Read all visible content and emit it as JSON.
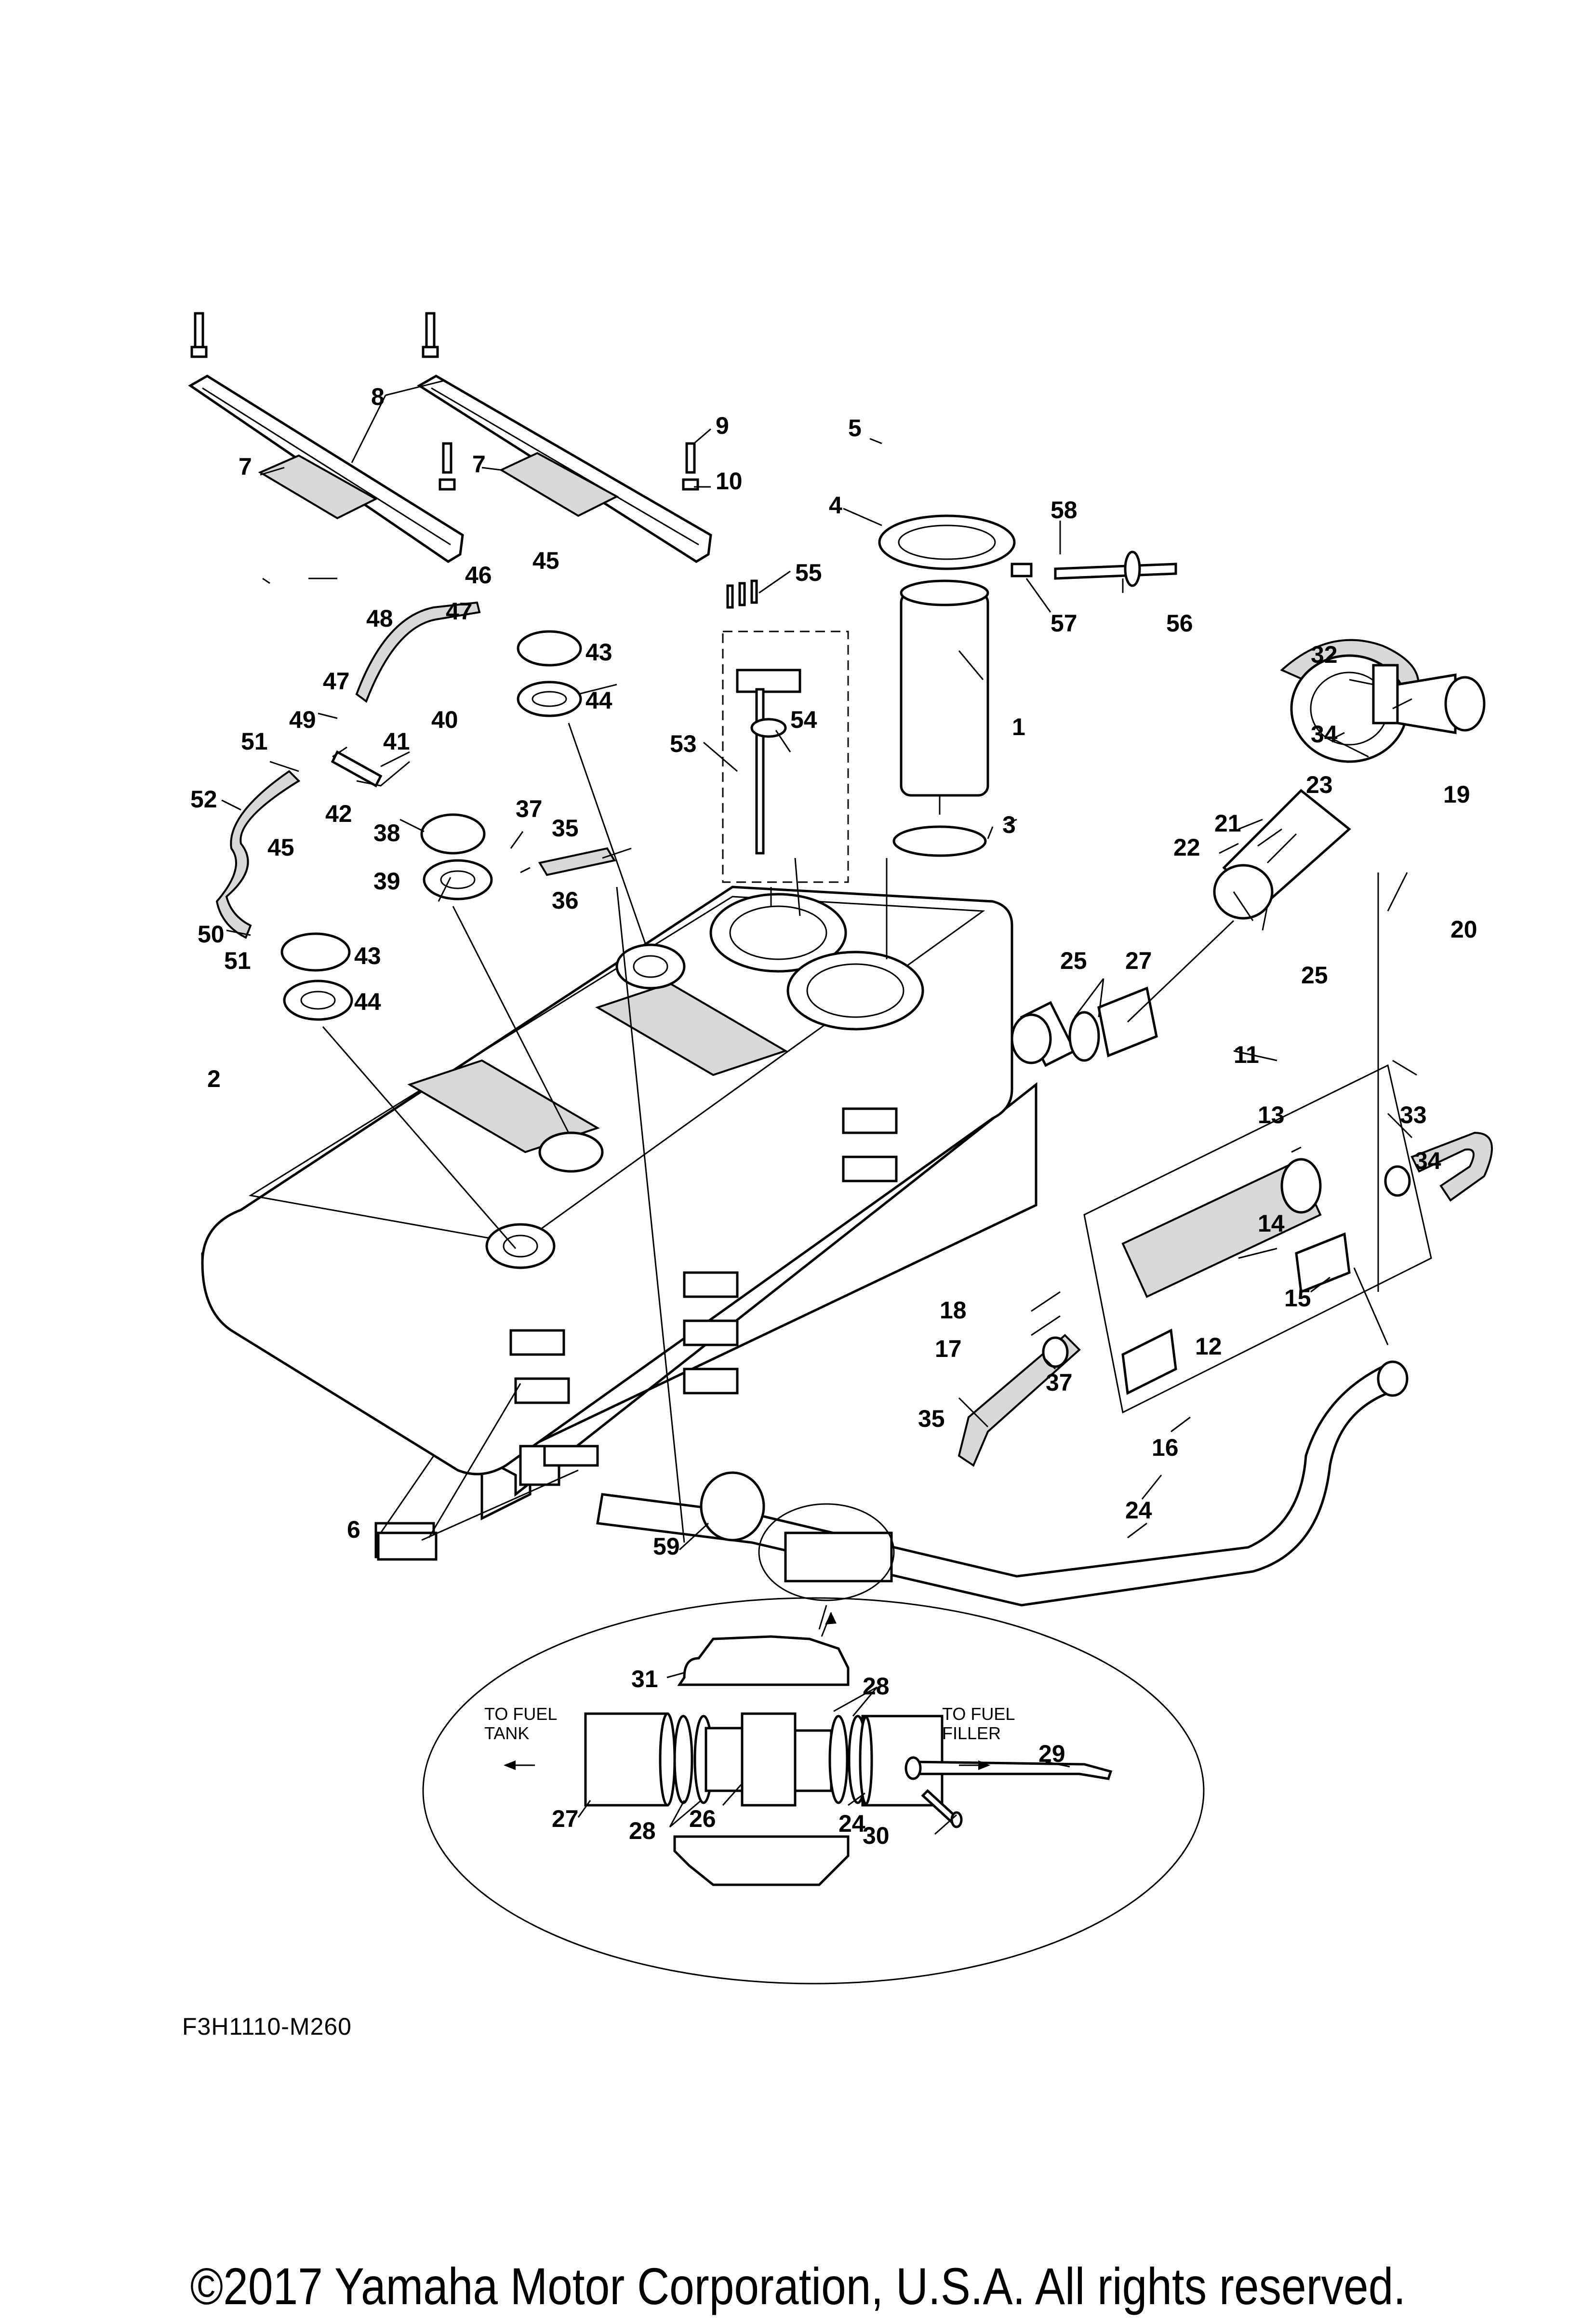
{
  "diagram": {
    "type": "exploded parts diagram",
    "subject": "Fuel tank assembly",
    "code": "F3H1110-M260",
    "copyright": "©2017 Yamaha Motor Corporation, U.S.A. All rights reserved."
  },
  "detail_view": {
    "left_note": [
      "TO FUEL",
      "TANK"
    ],
    "right_note": [
      "TO FUEL",
      "FILLER"
    ]
  },
  "callouts": [
    {
      "id": "1",
      "label": "1"
    },
    {
      "id": "2",
      "label": "2"
    },
    {
      "id": "3",
      "label": "3"
    },
    {
      "id": "4",
      "label": "4"
    },
    {
      "id": "5",
      "label": "5"
    },
    {
      "id": "6",
      "label": "6"
    },
    {
      "id": "7a",
      "label": "7"
    },
    {
      "id": "7b",
      "label": "7"
    },
    {
      "id": "8",
      "label": "8"
    },
    {
      "id": "9",
      "label": "9"
    },
    {
      "id": "10",
      "label": "10"
    },
    {
      "id": "11",
      "label": "11"
    },
    {
      "id": "12",
      "label": "12"
    },
    {
      "id": "13",
      "label": "13"
    },
    {
      "id": "14",
      "label": "14"
    },
    {
      "id": "15",
      "label": "15"
    },
    {
      "id": "16",
      "label": "16"
    },
    {
      "id": "17",
      "label": "17"
    },
    {
      "id": "18",
      "label": "18"
    },
    {
      "id": "19",
      "label": "19"
    },
    {
      "id": "20",
      "label": "20"
    },
    {
      "id": "21",
      "label": "21"
    },
    {
      "id": "22",
      "label": "22"
    },
    {
      "id": "23",
      "label": "23"
    },
    {
      "id": "24a",
      "label": "24"
    },
    {
      "id": "24b",
      "label": "24"
    },
    {
      "id": "25a",
      "label": "25"
    },
    {
      "id": "25b",
      "label": "25"
    },
    {
      "id": "26",
      "label": "26"
    },
    {
      "id": "27a",
      "label": "27"
    },
    {
      "id": "27b",
      "label": "27"
    },
    {
      "id": "28a",
      "label": "28"
    },
    {
      "id": "28b",
      "label": "28"
    },
    {
      "id": "29",
      "label": "29"
    },
    {
      "id": "30",
      "label": "30"
    },
    {
      "id": "31",
      "label": "31"
    },
    {
      "id": "32",
      "label": "32"
    },
    {
      "id": "33",
      "label": "33"
    },
    {
      "id": "34a",
      "label": "34"
    },
    {
      "id": "34b",
      "label": "34"
    },
    {
      "id": "35a",
      "label": "35"
    },
    {
      "id": "35b",
      "label": "35"
    },
    {
      "id": "36",
      "label": "36"
    },
    {
      "id": "37a",
      "label": "37"
    },
    {
      "id": "37b",
      "label": "37"
    },
    {
      "id": "38",
      "label": "38"
    },
    {
      "id": "39",
      "label": "39"
    },
    {
      "id": "40",
      "label": "40"
    },
    {
      "id": "41",
      "label": "41"
    },
    {
      "id": "42",
      "label": "42"
    },
    {
      "id": "43a",
      "label": "43"
    },
    {
      "id": "43b",
      "label": "43"
    },
    {
      "id": "44a",
      "label": "44"
    },
    {
      "id": "44b",
      "label": "44"
    },
    {
      "id": "45a",
      "label": "45"
    },
    {
      "id": "45b",
      "label": "45"
    },
    {
      "id": "46",
      "label": "46"
    },
    {
      "id": "47a",
      "label": "47"
    },
    {
      "id": "47b",
      "label": "47"
    },
    {
      "id": "48",
      "label": "48"
    },
    {
      "id": "49",
      "label": "49"
    },
    {
      "id": "50",
      "label": "50"
    },
    {
      "id": "51a",
      "label": "51"
    },
    {
      "id": "51b",
      "label": "51"
    },
    {
      "id": "52",
      "label": "52"
    },
    {
      "id": "53",
      "label": "53"
    },
    {
      "id": "54",
      "label": "54"
    },
    {
      "id": "55",
      "label": "55"
    },
    {
      "id": "56",
      "label": "56"
    },
    {
      "id": "57",
      "label": "57"
    },
    {
      "id": "58",
      "label": "58"
    },
    {
      "id": "59",
      "label": "59"
    }
  ]
}
